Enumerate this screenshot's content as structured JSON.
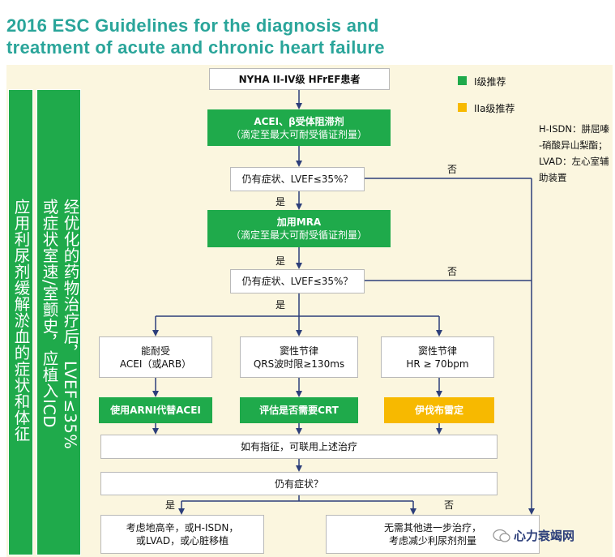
{
  "title": {
    "line1": "2016 ESC Guidelines for the diagnosis and",
    "line2": "treatment of acute and chronic heart failure"
  },
  "left_bars": {
    "bar1": "应用利尿剂缓解淤血的症状和体征",
    "bar2_col1": "经优化的药物治疗后，LVEF≤35%",
    "bar2_col2": "或症状室速/室颤史，应植入ICD"
  },
  "legend": {
    "class1": "I级推荐",
    "class2a": "IIa级推荐",
    "class1_color": "#1faa4b",
    "class2a_color": "#f7b900"
  },
  "abbrev_note": [
    "H-ISDN：肼屈嗪",
    "-硝酸异山梨酯；",
    "LVAD：左心室辅",
    "助装置"
  ],
  "nodes": {
    "start": "NYHA II-IV级 HFrEF患者",
    "acei_title": "ACEI、β受体阻滞剂",
    "acei_sub": "（滴定至最大可耐受循证剂量）",
    "q1": "仍有症状、LVEF≤35%？",
    "mra_title": "加用MRA",
    "mra_sub": "（滴定至最大可耐受循证剂量）",
    "q2": "仍有症状、LVEF≤35%？",
    "b1_title": "能耐受",
    "b1_sub": "ACEI（或ARB）",
    "b2_title": "窦性节律",
    "b2_sub": "QRS波时限≥130ms",
    "b3_title": "窦性节律",
    "b3_sub": "HR ≥ 70bpm",
    "r1": "使用ARNI代替ACEI",
    "r2": "评估是否需要CRT",
    "r3": "伊伐布雷定",
    "combine": "如有指征，可联用上述治疗",
    "q3": "仍有症状？",
    "f1_l1": "考虑地高辛，或H-ISDN，",
    "f1_l2": "或LVAD，或心脏移植",
    "f2_l1": "无需其他进一步治疗，",
    "f2_l2": "考虑减少利尿剂剂量"
  },
  "edge_labels": {
    "yes": "是",
    "no": "否"
  },
  "watermark": "心力衰竭网"
}
